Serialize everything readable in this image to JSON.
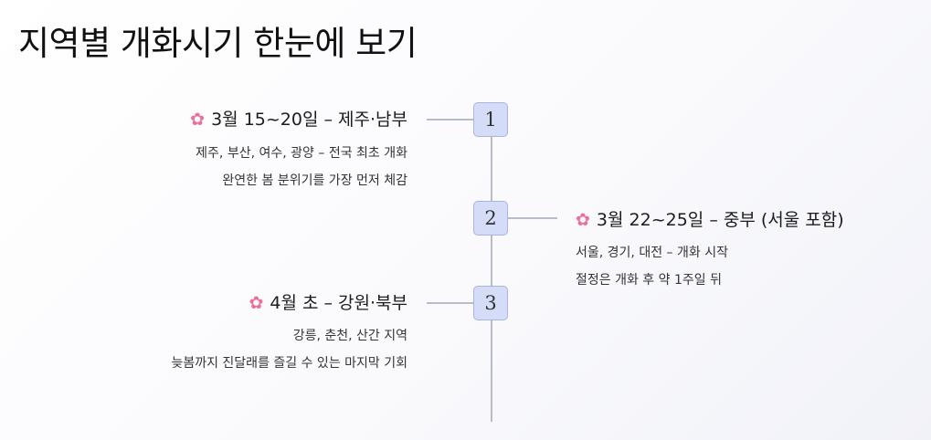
{
  "title": "지역별 개화시기 한눈에 보기",
  "items": [
    {
      "number": "1",
      "icon": "cherry-blossom-icon",
      "flower": "✿",
      "heading": "3월 15~20일 – 제주·남부",
      "lines": [
        "제주, 부산, 여수, 광양 – 전국 최초 개화",
        "완연한 봄 분위기를 가장 먼저 체감"
      ]
    },
    {
      "number": "2",
      "icon": "cherry-blossom-icon",
      "flower": "✿",
      "heading": "3월 22~25일 – 중부 (서울 포함)",
      "lines": [
        "서울, 경기, 대전 – 개화 시작",
        "절정은 개화 후 약 1주일 뒤"
      ]
    },
    {
      "number": "3",
      "icon": "cherry-blossom-icon",
      "flower": "✿",
      "heading": "4월 초 – 강원·북부",
      "lines": [
        "강릉, 춘천, 산간 지역",
        "늦봄까지 진달래를 즐길 수 있는 마지막 기회"
      ]
    }
  ],
  "colors": {
    "node_fill": "#d5dcf8",
    "node_border": "#a9b4df",
    "line": "#b7bcca",
    "flower": "#ee6f96"
  }
}
